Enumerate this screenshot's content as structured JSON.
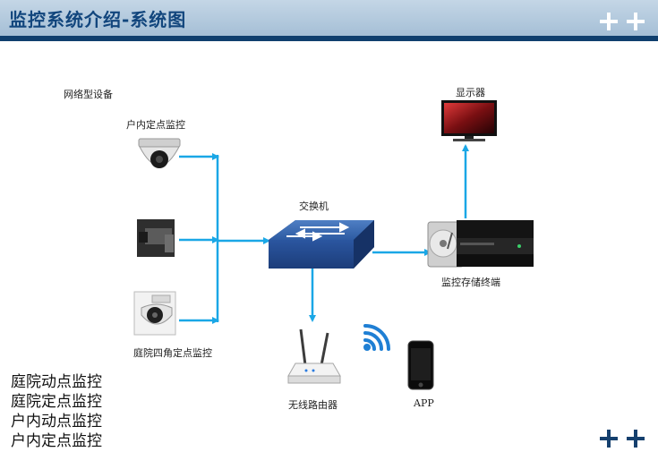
{
  "header": {
    "title": "监控系统介绍-系统图"
  },
  "labels": {
    "network_devices": "网络型设备",
    "indoor_fixed": "户内定点监控",
    "courtyard_fixed": "庭院四角定点监控",
    "switch": "交换机",
    "monitor": "显示器",
    "storage": "监控存储终端",
    "router": "无线路由器",
    "app": "APP"
  },
  "list": [
    "庭院动点监控",
    "庭院定点监控",
    "户内动点监控",
    "户内定点监控"
  ],
  "icons": {
    "plus_top": "plus-icon",
    "plus_bottom": "plus-icon",
    "wifi": "wifi-signal-icon"
  },
  "colors": {
    "title": "#12467d",
    "header_bar": "#0f3f6e",
    "arrow": "#1aa7e6",
    "plus": "#ffffff",
    "plus_bottom": "#15406e"
  }
}
